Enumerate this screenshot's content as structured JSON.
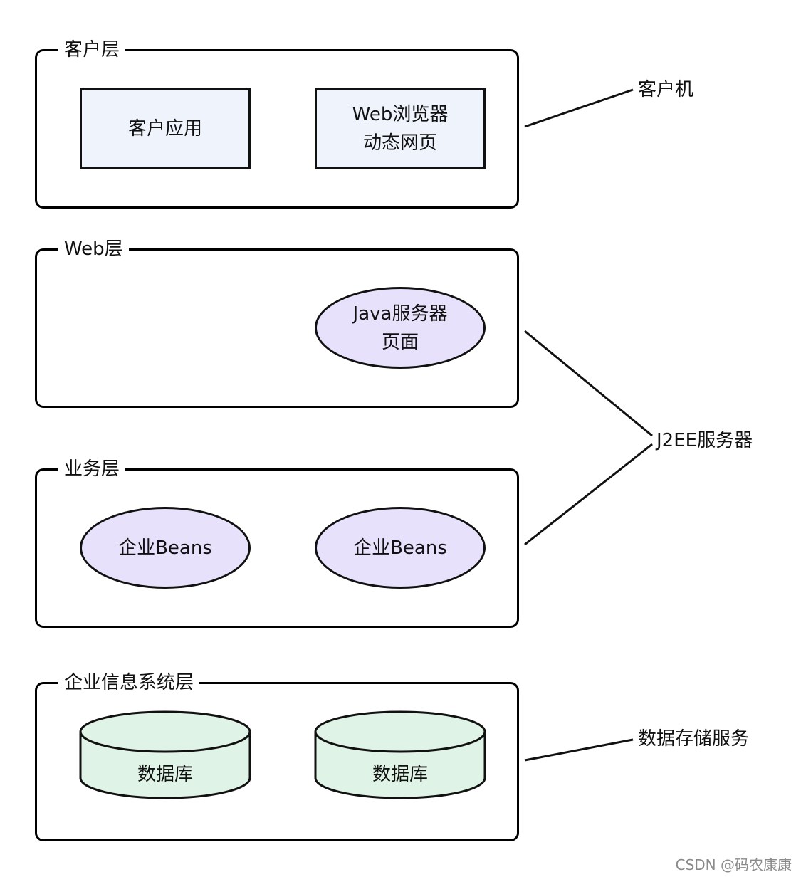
{
  "layers": {
    "client": {
      "title": "客户层"
    },
    "web": {
      "title": "Web层"
    },
    "business": {
      "title": "业务层"
    },
    "eis": {
      "title": "企业信息系统层"
    }
  },
  "nodes": {
    "client_app": "客户应用",
    "web_browser_line1": "Web浏览器",
    "web_browser_line2": "动态网页",
    "java_page_line1": "Java服务器",
    "java_page_line2": "页面",
    "ejb_1": "企业Beans",
    "ejb_2": "企业Beans",
    "db_1": "数据库",
    "db_2": "数据库"
  },
  "side_labels": {
    "client_machine": "客户机",
    "j2ee_server": "J2EE服务器",
    "data_storage": "数据存储服务"
  },
  "watermark": "CSDN @码农康康",
  "colors": {
    "rect_fill": "#eef3fc",
    "ellipse_fill": "#e8e1fb",
    "cylinder_fill": "#dff3e6",
    "stroke": "#111111"
  }
}
